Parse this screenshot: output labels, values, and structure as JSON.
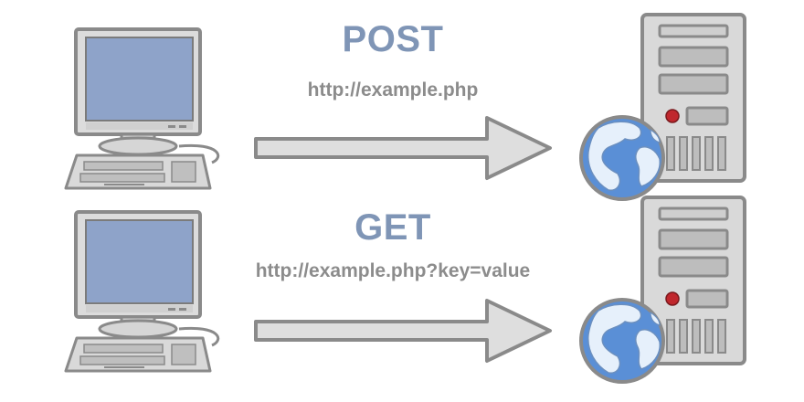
{
  "rows": [
    {
      "method": "POST",
      "url": "http://example.php",
      "icons": {
        "client": "desktop-computer-icon",
        "arrow": "right-arrow-icon",
        "server": "web-server-icon",
        "globe": "globe-icon"
      }
    },
    {
      "method": "GET",
      "url": "http://example.php?key=value",
      "icons": {
        "client": "desktop-computer-icon",
        "arrow": "right-arrow-icon",
        "server": "web-server-icon",
        "globe": "globe-icon"
      }
    }
  ],
  "colors": {
    "method_text": "#7f95b6",
    "url_text": "#8c8c8c",
    "screen": "#8ea3c9",
    "device_gray": "#d9d9d9",
    "outline": "#8a8a8a",
    "power_led": "#c0272d",
    "globe_ocean": "#5a8fd6",
    "globe_land": "#e6f0fb"
  }
}
